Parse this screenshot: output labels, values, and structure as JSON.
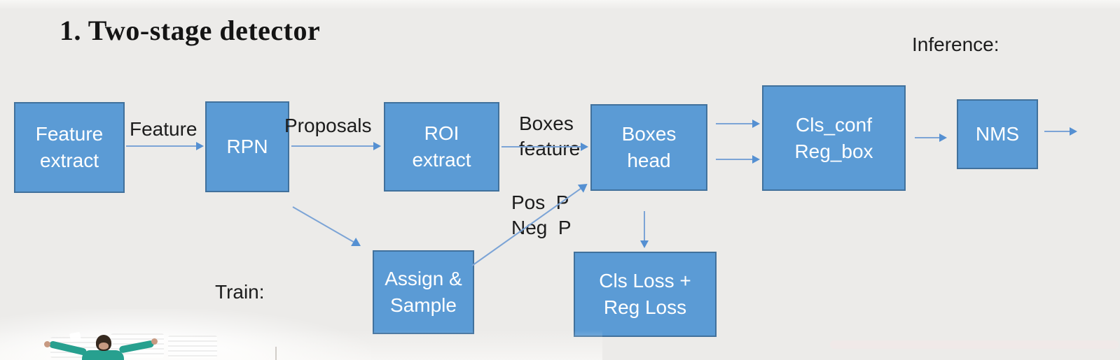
{
  "slide": {
    "title": "1. Two-stage detector",
    "inference_label": "Inference:",
    "train_label": "Train:"
  },
  "colors": {
    "background": "#ecebe9",
    "node_fill": "#5b9bd5",
    "node_border": "#41719c",
    "node_text": "#ffffff",
    "arrow": "#7ca4d6",
    "arrowhead": "#5590d2",
    "label_text": "#1c1c1c"
  },
  "nodes": [
    {
      "name": "feature-extract",
      "label": "Feature\nextract"
    },
    {
      "name": "rpn",
      "label": "RPN"
    },
    {
      "name": "roi-extract",
      "label": "ROI\nextract"
    },
    {
      "name": "boxes-head",
      "label": "Boxes\nhead"
    },
    {
      "name": "cls-conf-reg-box",
      "label": "Cls_conf\nReg_box"
    },
    {
      "name": "nms",
      "label": "NMS"
    },
    {
      "name": "assign-sample",
      "label": "Assign &\nSample"
    },
    {
      "name": "cls-reg-loss",
      "label": "Cls Loss +\nReg Loss"
    }
  ],
  "edge_labels": {
    "feature": "Feature",
    "proposals": "Proposals",
    "boxes_feature": "Boxes\nfeature",
    "pos_p": "Pos  P",
    "neg_p": "Neg  P"
  },
  "edges": [
    {
      "from": "feature-extract",
      "to": "rpn",
      "label": "Feature"
    },
    {
      "from": "rpn",
      "to": "roi-extract",
      "label": "Proposals"
    },
    {
      "from": "roi-extract",
      "to": "boxes-head",
      "label": "Boxes feature"
    },
    {
      "from": "boxes-head",
      "to": "cls-conf-reg-box",
      "style": "double-arrow"
    },
    {
      "from": "cls-conf-reg-box",
      "to": "nms"
    },
    {
      "from": "nms",
      "to": null
    },
    {
      "from": "rpn",
      "to": "assign-sample",
      "context": "Train:"
    },
    {
      "from": "assign-sample",
      "to": "boxes-head",
      "label": "Pos P / Neg P"
    },
    {
      "from": "boxes-head",
      "to": "cls-reg-loss"
    }
  ]
}
